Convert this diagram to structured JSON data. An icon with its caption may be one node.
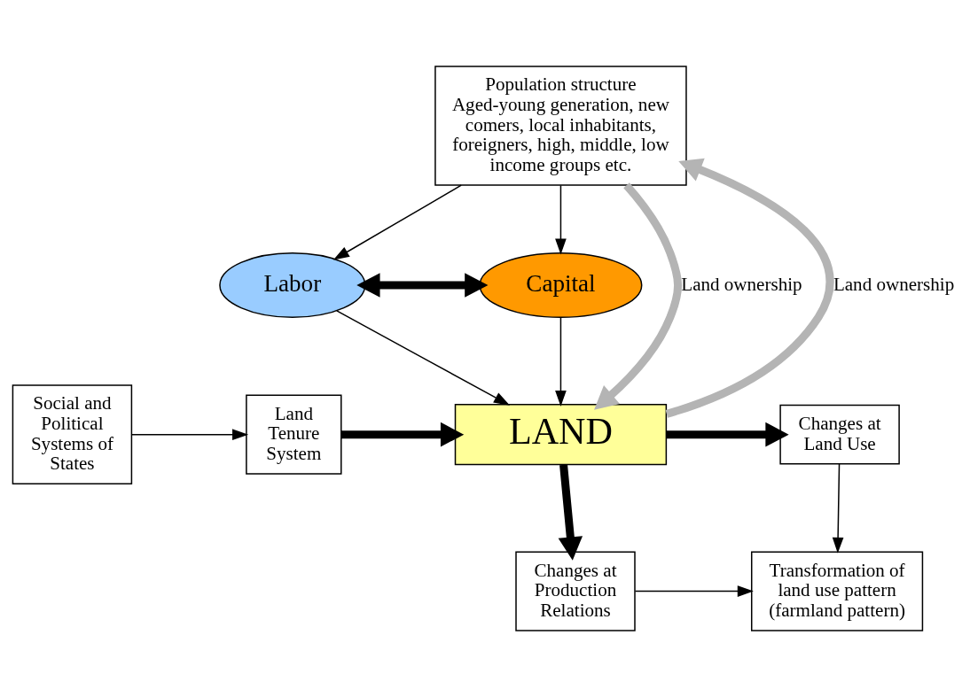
{
  "diagram": {
    "nodes": [
      {
        "text": [
          "Population structure",
          "Aged-young generation, new comers, local inhabitants, foreigners, high, middle, low income groups etc."
        ]
      },
      {
        "text": [
          "Labor"
        ]
      },
      {
        "text": [
          "Capital"
        ]
      },
      {
        "text": [
          "Social and Political Systems of States"
        ]
      },
      {
        "text": [
          "Land Tenure System"
        ]
      },
      {
        "text": [
          "LAND"
        ]
      },
      {
        "text": [
          "Changes at Land Use"
        ]
      },
      {
        "text": [
          "Changes at Production Relations"
        ]
      },
      {
        "text": [
          "Transformation of land use pattern (farmland pattern)"
        ]
      }
    ],
    "edges": [
      {
        "from": 0,
        "to": 5,
        "arrow": "to",
        "label": "Land ownership",
        "style": "thick",
        "color": "#b4b4b4"
      },
      {
        "from": 5,
        "to": 0,
        "arrow": "to",
        "label": "Land ownership",
        "style": "thick",
        "color": "#b4b4b4"
      },
      {
        "from": 0,
        "to": 1,
        "arrow": "to"
      },
      {
        "from": 0,
        "to": 2,
        "arrow": "to"
      },
      {
        "from": 1,
        "to": 2,
        "arrow": "both",
        "style": "thick"
      },
      {
        "from": 1,
        "to": 5,
        "arrow": "to"
      },
      {
        "from": 2,
        "to": 5,
        "arrow": "to"
      },
      {
        "from": 3,
        "to": 4,
        "arrow": "to"
      },
      {
        "from": 4,
        "to": 5,
        "arrow": "to",
        "style": "thick"
      },
      {
        "from": 5,
        "to": 6,
        "arrow": "to",
        "style": "thick"
      },
      {
        "from": 5,
        "to": 7,
        "arrow": "to",
        "style": "thick"
      },
      {
        "from": 6,
        "to": 8,
        "arrow": "to"
      },
      {
        "from": 7,
        "to": 8,
        "arrow": "to"
      }
    ]
  }
}
